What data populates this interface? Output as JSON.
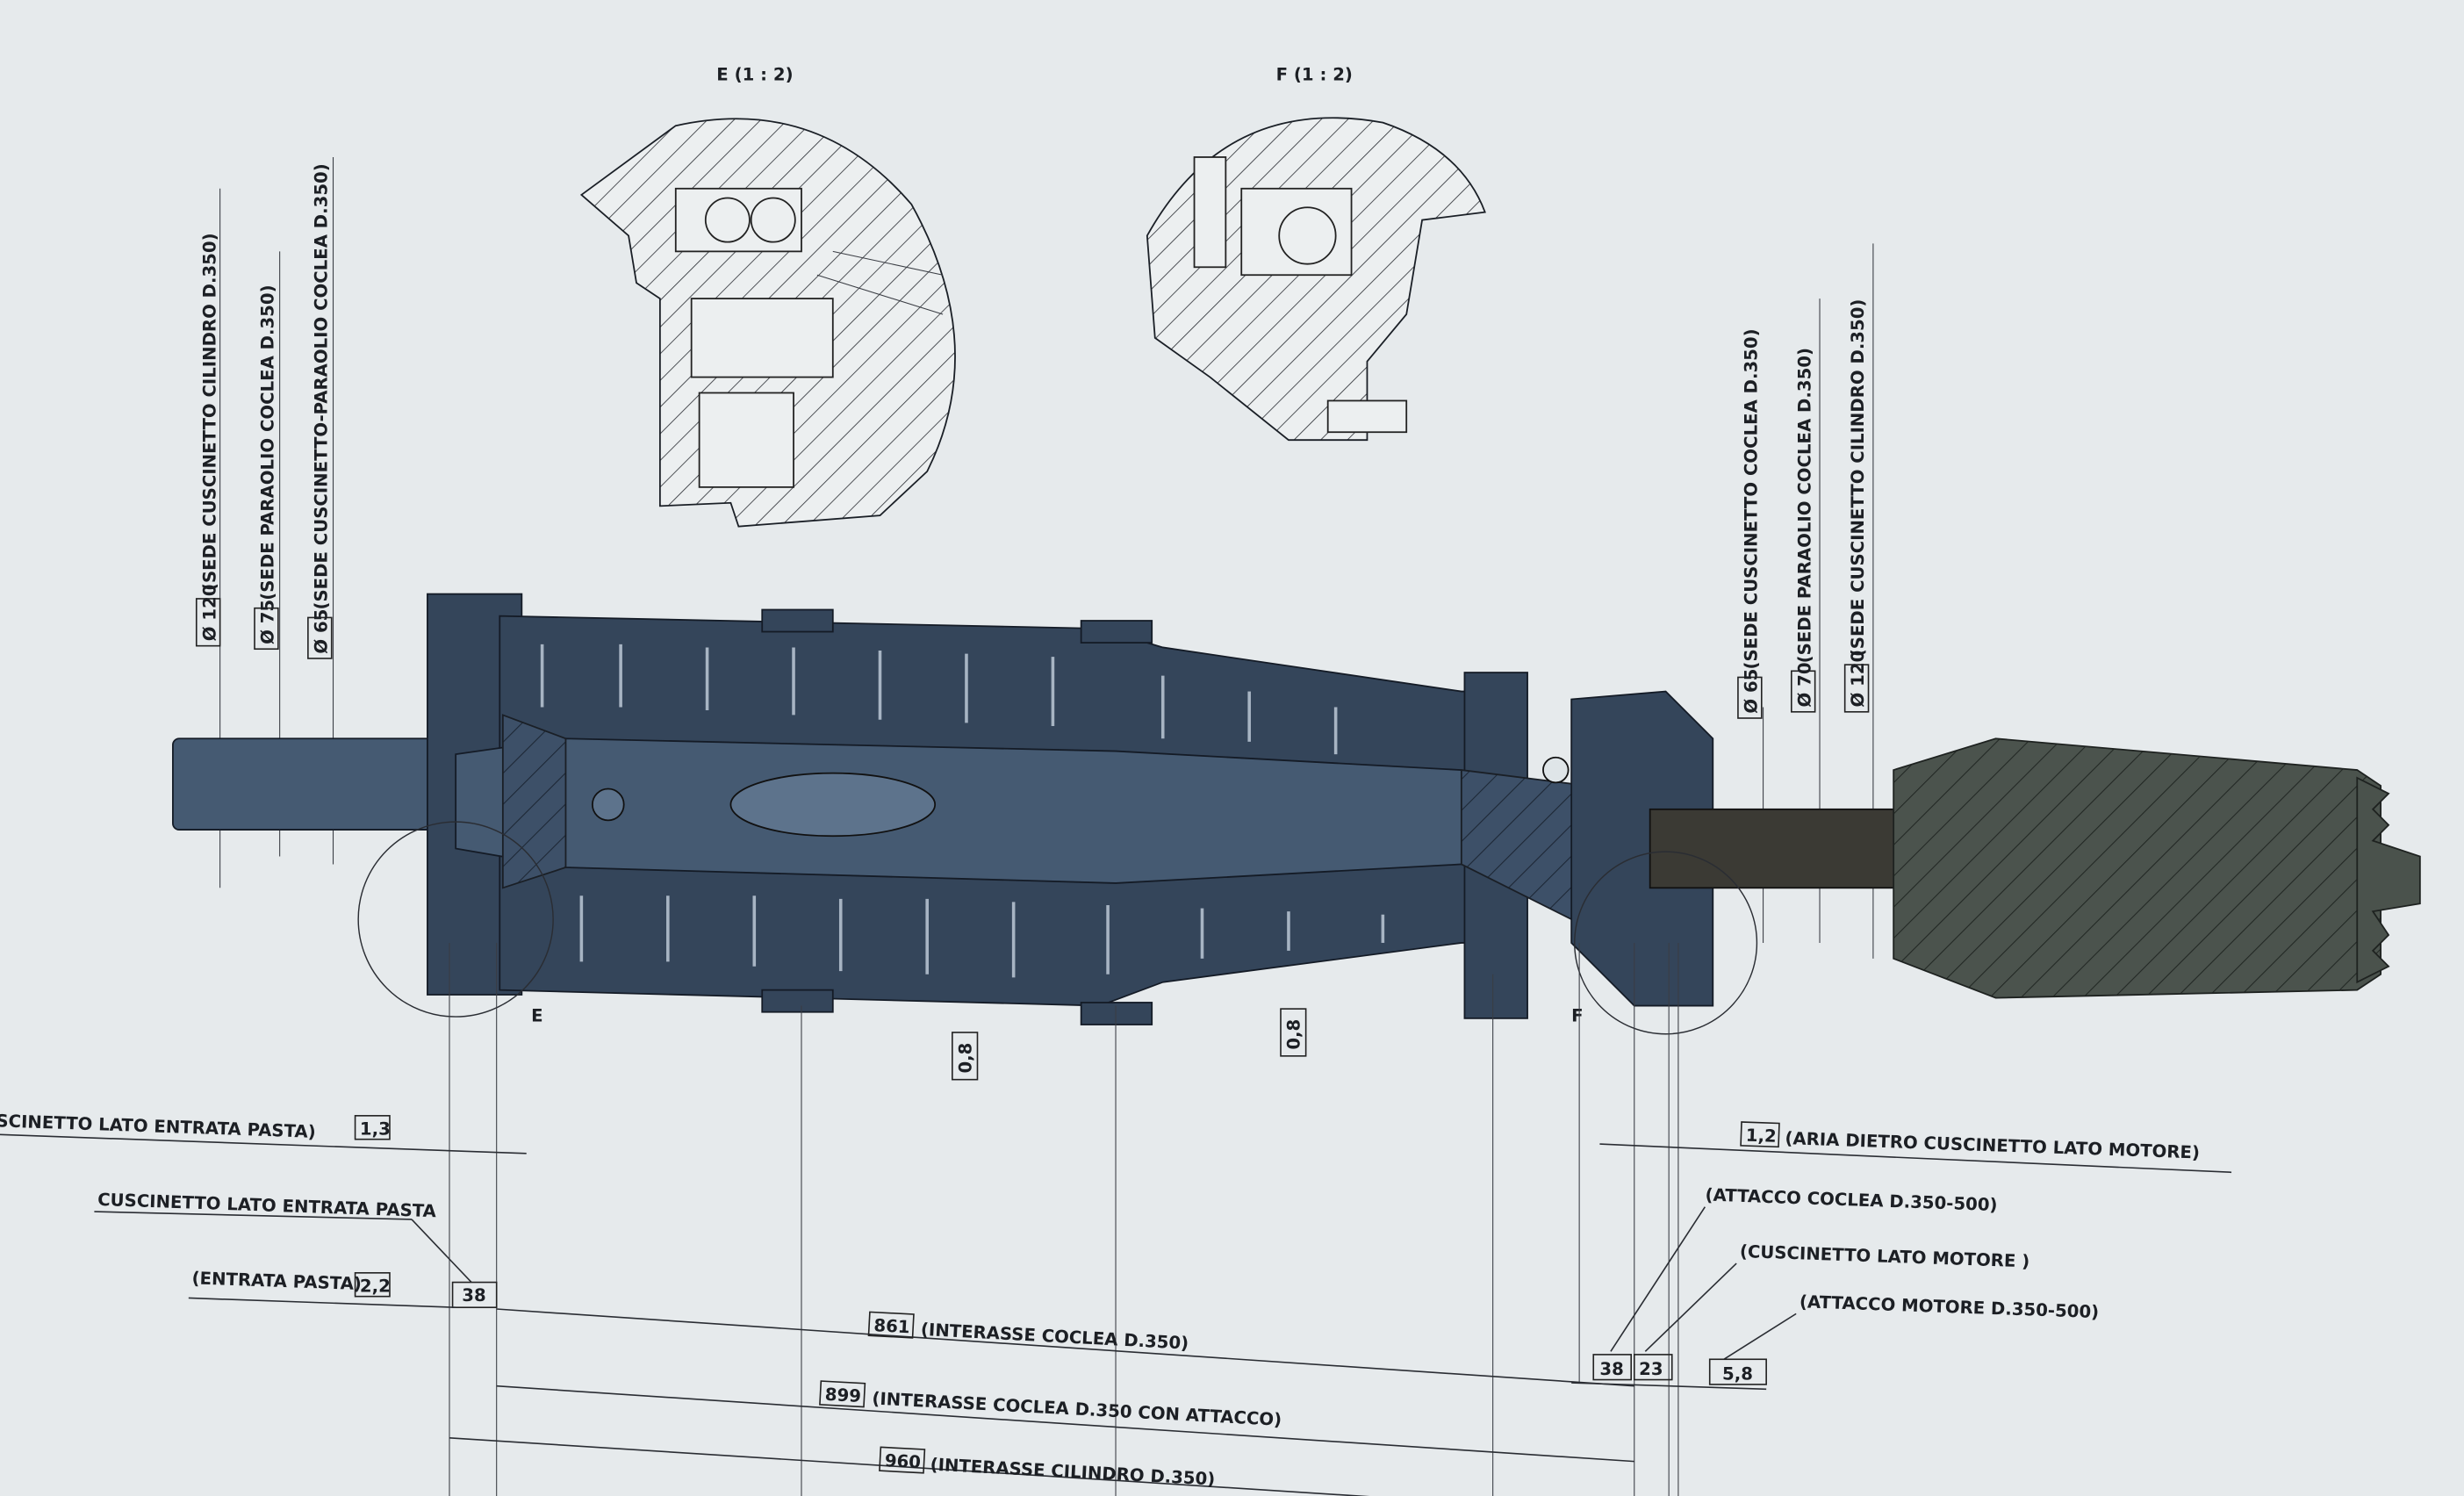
{
  "details": {
    "e_title": "E (1 : 2)",
    "f_title": "F (1 : 2)",
    "e_marker": "E",
    "f_marker": "F"
  },
  "left_diameters": [
    {
      "value": "Ø 120",
      "label": "(SEDE CUSCINETTO CILINDRO D.350)"
    },
    {
      "value": "Ø 75",
      "label": "(SEDE PARAOLIO COCLEA D.350)"
    },
    {
      "value": "Ø 65",
      "label": "(SEDE CUSCINETTO-PARAOLIO COCLEA D.350)"
    }
  ],
  "right_diameters": [
    {
      "value": "Ø 65",
      "label": "(SEDE CUSCINETTO COCLEA D.350)"
    },
    {
      "value": "Ø 70",
      "label": "(SEDE PARAOLIO COCLEA D.350)"
    },
    {
      "value": "Ø 120",
      "label": "(SEDE CUSCINETTO CILINDRO D.350)"
    }
  ],
  "gaps": {
    "cylinder": "0,8",
    "cone": "0,8"
  },
  "left_dims": {
    "aria_label": "(ARIA DIETRO CUSCINETTO LATO ENTRATA PASTA)",
    "aria_value": "1,3",
    "bearing_label": "CUSCINETTO LATO ENTRATA PASTA",
    "bearing_value": "38",
    "entrata_label": "(ENTRATA PASTA)",
    "entrata_value": "2,2"
  },
  "right_dims": {
    "aria_value": "1,2",
    "aria_label": "(ARIA  DIETRO CUSCINETTO LATO MOTORE)",
    "attacco_coclea_label": "(ATTACCO COCLEA D.350-500)",
    "cuscinetto_label": "(CUSCINETTO LATO MOTORE )",
    "attacco_motore_label": "(ATTACCO MOTORE D.350-500)",
    "v38": "38",
    "v23": "23",
    "v58": "5,8"
  },
  "bottom_dims": [
    {
      "value": "861",
      "label": "(INTERASSE COCLEA D.350)"
    },
    {
      "value": "899",
      "label": "(INTERASSE COCLEA D.350 CON ATTACCO)"
    },
    {
      "value": "960",
      "label": "(INTERASSE CILINDRO D.350)"
    }
  ]
}
